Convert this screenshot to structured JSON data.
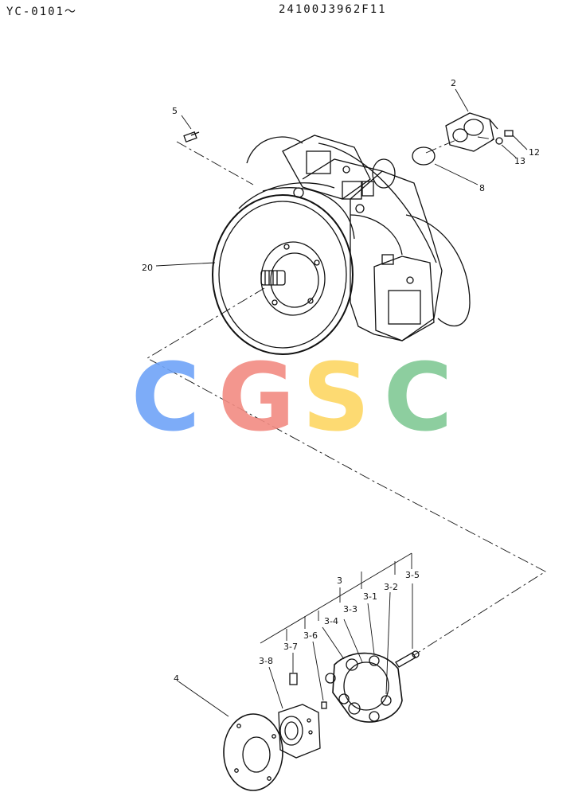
{
  "header": {
    "serial_range": "YC-0101〜",
    "part_number": "24100J3962F11"
  },
  "callouts": {
    "c2": "2",
    "c5": "5",
    "c8": "8",
    "c12": "12",
    "c13": "13",
    "c20": "20",
    "c3": "3",
    "c3_1": "3-1",
    "c3_2": "3-2",
    "c3_3": "3-3",
    "c3_4": "3-4",
    "c3_5": "3-5",
    "c3_6": "3-6",
    "c3_7": "3-7",
    "c3_8": "3-8",
    "c4": "4"
  },
  "watermark": {
    "letters": [
      "C",
      "G",
      "S",
      "C"
    ],
    "colors": [
      "#6fa3f7",
      "#f28b82",
      "#fdd663",
      "#81c995"
    ]
  }
}
